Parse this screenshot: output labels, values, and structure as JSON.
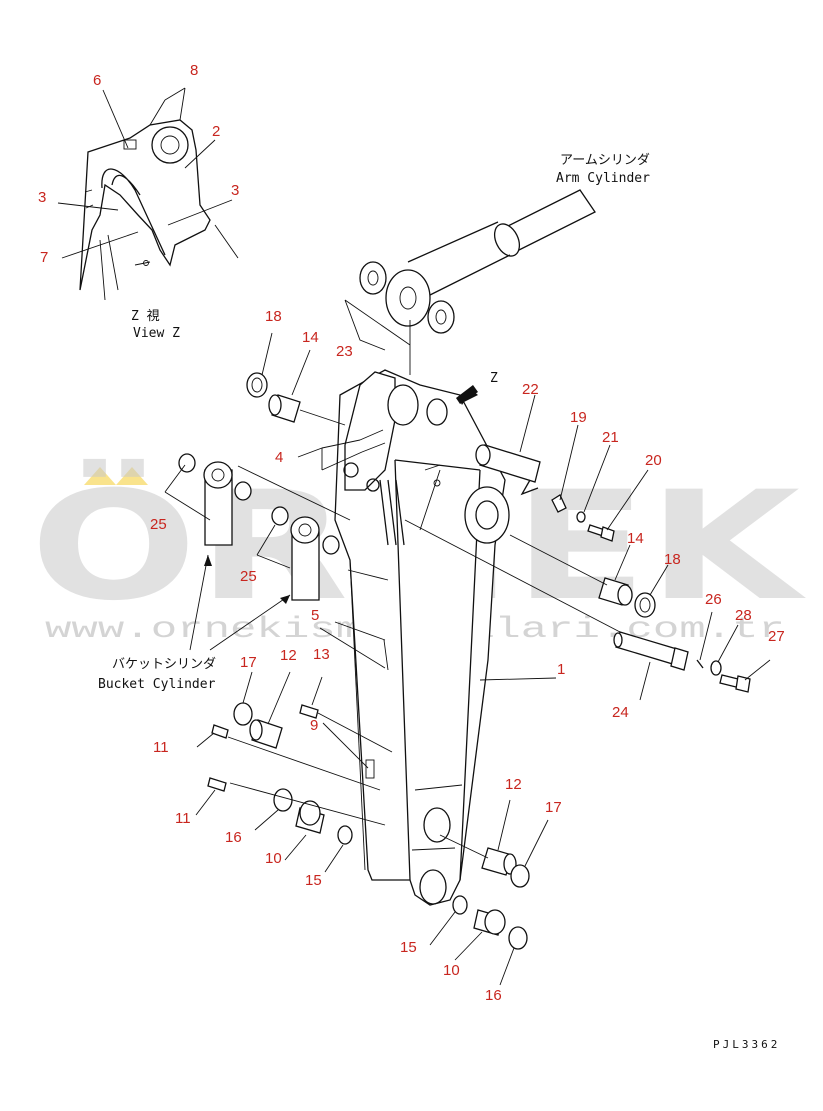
{
  "labels": {
    "arm_cylinder_jp": "アームシリンダ",
    "arm_cylinder_en": "Arm Cylinder",
    "bucket_cylinder_jp": "バケットシリンダ",
    "bucket_cylinder_en": "Bucket Cylinder",
    "view_z_jp": "Z 視",
    "view_z_en": "View Z",
    "arrow_z": "Z"
  },
  "drawing_code": "PJL3362",
  "watermark": {
    "brand": "ÖRNEK",
    "url": "www.ornekismakinalari.com.tr"
  },
  "part_numbers": {
    "n6": "6",
    "n8": "8",
    "n2": "2",
    "n3a": "3",
    "n3b": "3",
    "n7": "7",
    "n18a": "18",
    "n14a": "14",
    "n23": "23",
    "n4": "4",
    "n22": "22",
    "n19": "19",
    "n21": "21",
    "n20": "20",
    "n14b": "14",
    "n18b": "18",
    "n25a": "25",
    "n25b": "25",
    "n5": "5",
    "n1": "1",
    "n26": "26",
    "n28": "28",
    "n27": "27",
    "n24": "24",
    "n17a": "17",
    "n12a": "12",
    "n13": "13",
    "n9": "9",
    "n11a": "11",
    "n11b": "11",
    "n16a": "16",
    "n10a": "10",
    "n15a": "15",
    "n12b": "12",
    "n17b": "17",
    "n15b": "15",
    "n10b": "10",
    "n16b": "16"
  },
  "colors": {
    "callout": "#c8261f",
    "watermark_accent": "#f2c200"
  }
}
